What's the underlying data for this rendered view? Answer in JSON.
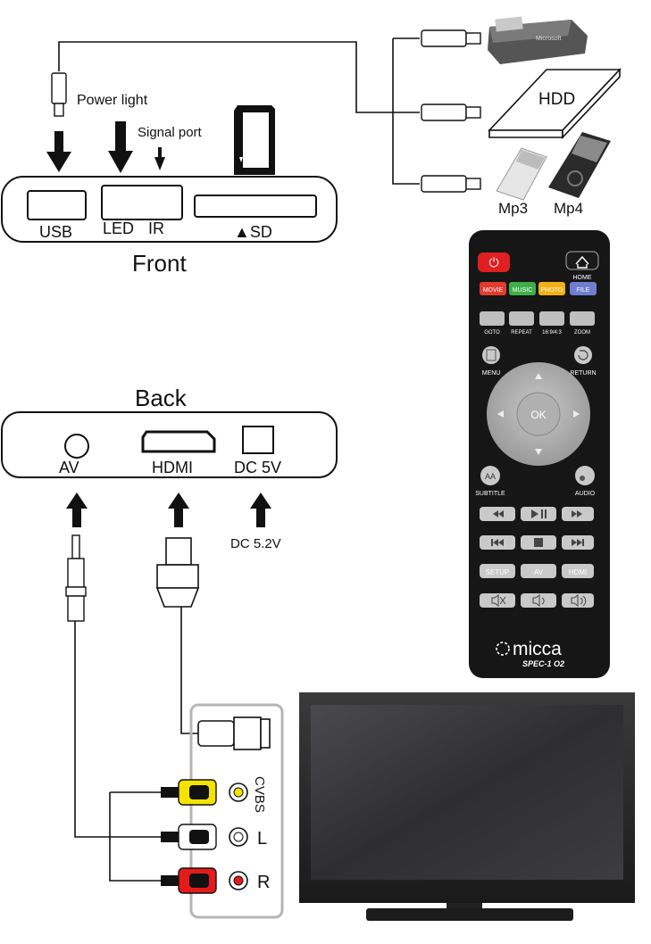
{
  "front": {
    "title": "Front",
    "usb": "USB",
    "led": "LED",
    "ir": "IR",
    "sd": "▲SD",
    "power_light": "Power light",
    "signal_port": "Signal port"
  },
  "back": {
    "title": "Back",
    "av": "AV",
    "hdmi": "HDMI",
    "dc": "DC 5V",
    "dc_input": "DC 5.2V"
  },
  "devices": {
    "hdd": "HDD",
    "mp3": "Mp3",
    "mp4": "Mp4",
    "flash_brand": "Microsoft"
  },
  "rca": {
    "cvbs": "CVBS",
    "left": "L",
    "right": "R",
    "colors": {
      "yellow": "#f2e400",
      "white": "#ffffff",
      "red": "#e41b1b"
    }
  },
  "remote": {
    "home": "HOME",
    "color_buttons": [
      {
        "label": "MOVIE",
        "color": "#e53a2d"
      },
      {
        "label": "MUSIC",
        "color": "#3fae49"
      },
      {
        "label": "PHOTO",
        "color": "#f2b017"
      },
      {
        "label": "FILE",
        "color": "#6f7fd0"
      }
    ],
    "row_labels": [
      "GOTO",
      "REPEAT",
      "16:9/4:3",
      "ZOOM"
    ],
    "menu": "MENU",
    "return": "RETURN",
    "ok": "OK",
    "subtitle": "SUBTITLE",
    "subtitle_glyph": "AA",
    "audio": "AUDIO",
    "bottom_labels": [
      "SETUP",
      "AV",
      "HDMI"
    ],
    "brand": "micca",
    "model": "SPEC-1 O2"
  }
}
